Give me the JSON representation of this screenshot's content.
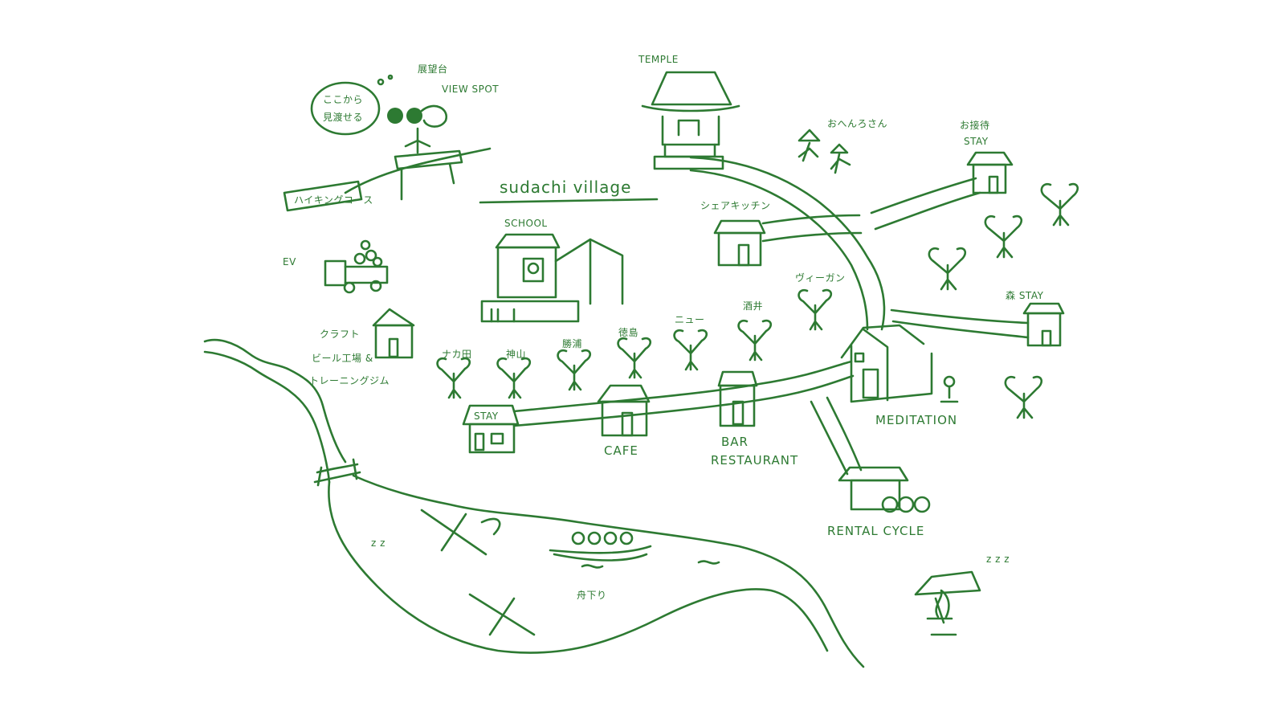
{
  "map": {
    "village_name": "sudachi village",
    "color": "#2d7a32",
    "labels": {
      "temple": "TEMPLE",
      "ohenro": "おへんろさん",
      "settai_stay_jp": "お接待",
      "settai_stay_en": "STAY",
      "share_kitchen": "シェアキッチン",
      "school": "SCHOOL",
      "viewspot_jp": "展望台",
      "viewspot_en": "VIEW SPOT",
      "speech_line1": "ここから",
      "speech_line2": "見渡せる",
      "hiking": "ハイキングコース",
      "ev": "EV",
      "craft_line1": "クラフト",
      "craft_line2": "ビール工場 &",
      "craft_line3": "トレーニングジム",
      "stay_left": "STAY",
      "cafe": "CAFE",
      "bar": "BAR",
      "restaurant": "RESTAURANT",
      "meditation": "MEDITATION",
      "mori_stay": "森 STAY",
      "rental_cycle": "RENTAL CYCLE",
      "boat": "舟下り",
      "zzz": "z z z",
      "field_1": "ナカ田",
      "field_2": "神山",
      "field_3": "勝浦",
      "field_4": "徳島",
      "field_5": "ニュー",
      "field_6": "酒井",
      "field_7": "ヴィーガン",
      "river_z": "z  z"
    }
  }
}
